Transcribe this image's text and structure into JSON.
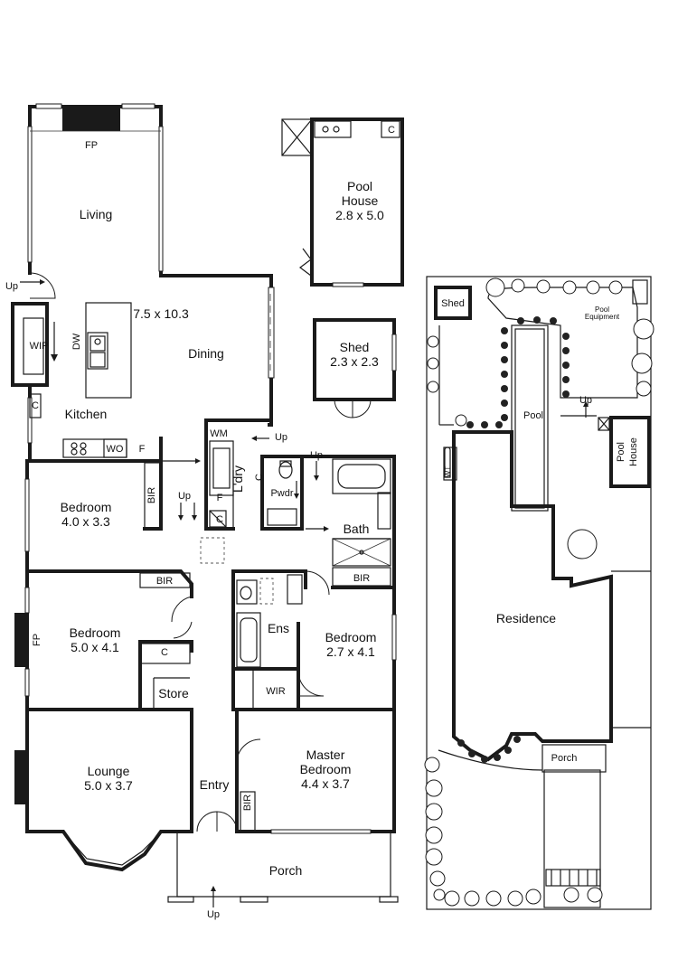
{
  "rooms": {
    "living": "Living",
    "living_fp": "FP",
    "living_dims": "7.5 x 10.3",
    "dining": "Dining",
    "kitchen": "Kitchen",
    "wip": "WIP",
    "dw": "DW",
    "kitchen_c": "C",
    "wo": "WO",
    "kitchen_f": "F",
    "pool_house_name": "Pool",
    "pool_house_name2": "House",
    "pool_house_dims": "2.8 x 5.0",
    "pool_house_c": "C",
    "shed": "Shed",
    "shed_dims": "2.3 x 2.3",
    "wm": "WM",
    "laundry": "L'dry",
    "laundry_f": "F",
    "laundry_c": "C",
    "laundry_c2": "C",
    "powder": "Pwdr",
    "bed1": "Bedroom",
    "bed1_dims": "4.0 x 3.3",
    "bed1_bir": "BIR",
    "bed2": "Bedroom",
    "bed2_dims": "5.0 x 4.1",
    "bed2_bir": "BIR",
    "bed2_fp": "FP",
    "bed2_c": "C",
    "store": "Store",
    "bath": "Bath",
    "bath_bir": "BIR",
    "ens": "Ens",
    "wir": "WIR",
    "bed3": "Bedroom",
    "bed3_dims": "2.7 x 4.1",
    "master1": "Master",
    "master2": "Bedroom",
    "master_dims": "4.4 x 3.7",
    "master_bir": "BIR",
    "lounge": "Lounge",
    "lounge_dims": "5.0 x 3.7",
    "entry": "Entry",
    "porch": "Porch"
  },
  "markers": {
    "up_living": "Up",
    "up_laundry": "Up",
    "up_hall": "Up",
    "up_powder": "Up",
    "up_porch": "Up"
  },
  "site": {
    "shed": "Shed",
    "pool_equipment1": "Pool",
    "pool_equipment2": "Equipment",
    "pool": "Pool",
    "up": "Up",
    "pool_house1": "Pool",
    "pool_house2": "House",
    "wt": "WT",
    "residence": "Residence",
    "porch": "Porch"
  }
}
